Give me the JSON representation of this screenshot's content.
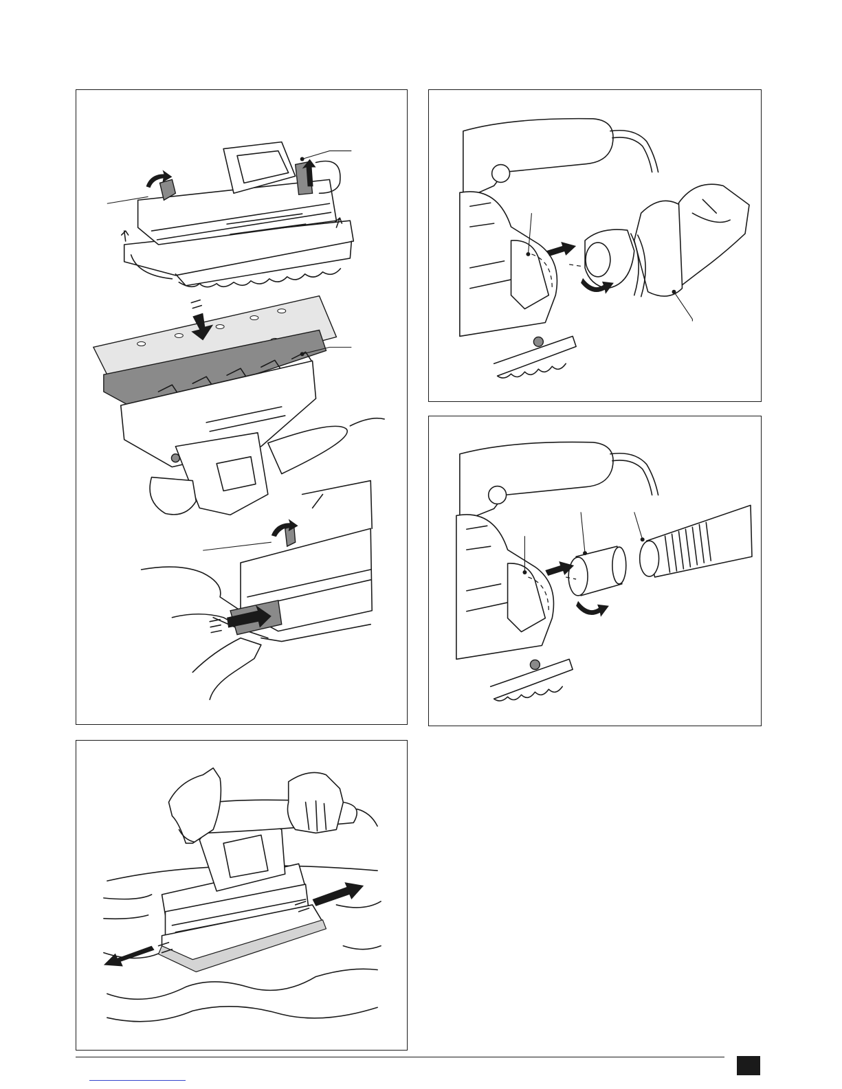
{
  "figures": [
    {
      "id": "fig-paper-fitting",
      "callouts": 3
    },
    {
      "id": "fig-dust-bag",
      "callouts": 2
    },
    {
      "id": "fig-vacuum-adaptor",
      "callouts": 3
    },
    {
      "id": "fig-sanding",
      "callouts": 0
    }
  ],
  "footer": {
    "page_number": "",
    "link_text": ""
  },
  "colors": {
    "ink": "#1a1a1a",
    "shade": "#8a8a8a",
    "link": "#3344cc"
  },
  "icons": [
    "sander-icon",
    "sanding-sheet-icon",
    "dust-bag-icon",
    "adaptor-icon",
    "hose-icon",
    "hand-icon",
    "arrow-icon"
  ]
}
